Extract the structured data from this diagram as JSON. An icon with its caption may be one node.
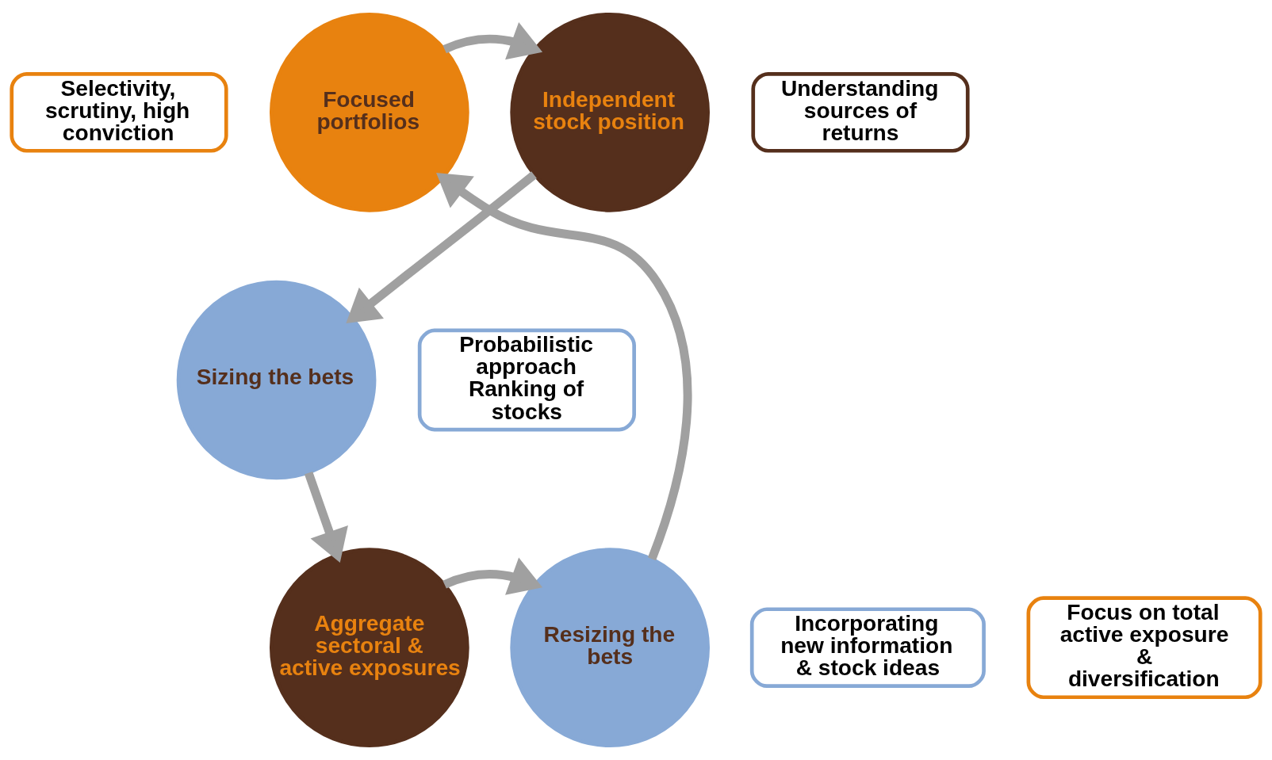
{
  "diagram": {
    "nodes": [
      {
        "text": [
          "Independent stock position"
        ]
      },
      {
        "text": [
          "Understanding sources of returns"
        ]
      },
      {
        "text": [
          "Selectivity, scrutiny, high conviction"
        ]
      },
      {
        "text": [
          "Focused portfolios"
        ]
      },
      {
        "text": [
          "Sizing the bets"
        ]
      },
      {
        "text": [
          "Probabilistic approach",
          "Ranking of stocks"
        ]
      },
      {
        "text": [
          "Resizing the bets"
        ]
      },
      {
        "text": [
          "Aggregate sectoral & active exposures"
        ]
      },
      {
        "text": [
          "Incorporating new information & stock ideas"
        ]
      },
      {
        "text": [
          "Focus on total active exposure & diversification"
        ]
      }
    ],
    "edges": [
      {
        "from": 3,
        "to": 0,
        "arrow": "to"
      },
      {
        "from": 0,
        "to": 4,
        "arrow": "to"
      },
      {
        "from": 4,
        "to": 7,
        "arrow": "to"
      },
      {
        "from": 7,
        "to": 6,
        "arrow": "to"
      },
      {
        "from": 6,
        "to": 3,
        "arrow": "to"
      }
    ]
  }
}
